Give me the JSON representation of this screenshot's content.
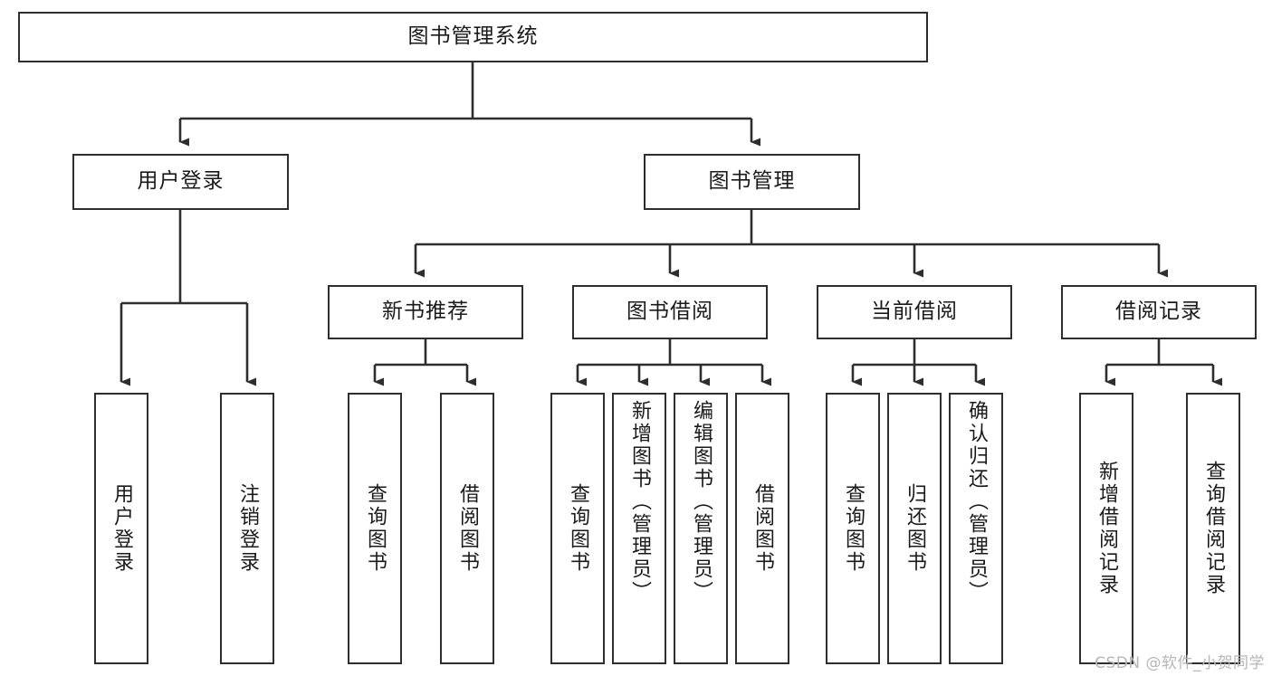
{
  "diagram": {
    "title": "图书管理系统",
    "type": "tree",
    "root": {
      "label": "图书管理系统"
    },
    "level2": [
      {
        "id": "user-login",
        "label": "用户登录"
      },
      {
        "id": "book-management",
        "label": "图书管理"
      }
    ],
    "level3": [
      {
        "id": "new-book-recommend",
        "label": "新书推荐",
        "parent": "book-management"
      },
      {
        "id": "book-borrow",
        "label": "图书借阅",
        "parent": "book-management"
      },
      {
        "id": "current-borrow",
        "label": "当前借阅",
        "parent": "book-management"
      },
      {
        "id": "borrow-record",
        "label": "借阅记录",
        "parent": "book-management"
      }
    ],
    "leaves": {
      "user-login": [
        {
          "id": "leaf-user-login",
          "label": "用户登录"
        },
        {
          "id": "leaf-user-logout",
          "label": "注销登录"
        }
      ],
      "new-book-recommend": [
        {
          "id": "leaf-query-book-1",
          "label": "查询图书"
        },
        {
          "id": "leaf-borrow-book-1",
          "label": "借阅图书"
        }
      ],
      "book-borrow": [
        {
          "id": "leaf-query-book-2",
          "label": "查询图书"
        },
        {
          "id": "leaf-add-book",
          "label": "新增图书（管理员）"
        },
        {
          "id": "leaf-edit-book",
          "label": "编辑图书（管理员）"
        },
        {
          "id": "leaf-borrow-book-2",
          "label": "借阅图书"
        }
      ],
      "current-borrow": [
        {
          "id": "leaf-query-book-3",
          "label": "查询图书"
        },
        {
          "id": "leaf-return-book",
          "label": "归还图书"
        },
        {
          "id": "leaf-confirm-return",
          "label": "确认归还（管理员）"
        }
      ],
      "borrow-record": [
        {
          "id": "leaf-add-record",
          "label": "新增借阅记录"
        },
        {
          "id": "leaf-query-record",
          "label": "查询借阅记录"
        }
      ]
    }
  },
  "watermark": {
    "text": "CSDN @软件_小贺同学"
  },
  "colors": {
    "stroke": "#2e2e2e",
    "text": "#1a1a1a",
    "background": "#ffffff",
    "watermark": "#b6b6b6"
  }
}
